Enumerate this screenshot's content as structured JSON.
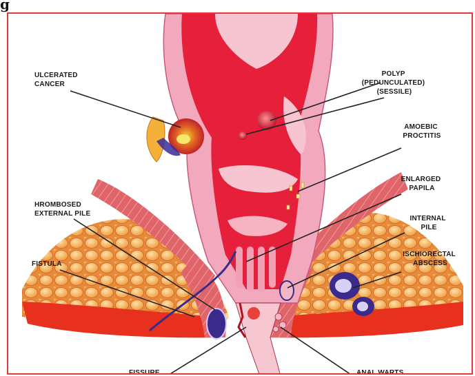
{
  "corner_text": "g",
  "labels": {
    "ulcerated_cancer": [
      "ULCERATED",
      "CANCER"
    ],
    "polyp": [
      "POLYP",
      "(PEDUNCULATED)",
      "(SESSILE)"
    ],
    "amoebic_proctitis": [
      "AMOEBIC",
      "PROCTITIS"
    ],
    "enlarged_papila": [
      "ENLARGED",
      "PAPILA"
    ],
    "thrombosed_external_pile": [
      "HROMBOSED",
      "EXTERNAL PILE"
    ],
    "internal_pile": [
      "INTERNAL",
      "PILE"
    ],
    "fistula": [
      "FISTULA"
    ],
    "ischiorectal_abscess": [
      "ISCHIORECTAL",
      "ABSCESS"
    ],
    "fissure": [
      "FISSURE"
    ],
    "anal_warts": [
      "ANAL WARTS"
    ]
  },
  "colors": {
    "frame": "#e03a3a",
    "wall": "#e8203a",
    "mucosa": "#f7b6c6",
    "fat": "#f4a040",
    "muscle": "#e56a6a",
    "abscess": "#3a2a8c"
  }
}
